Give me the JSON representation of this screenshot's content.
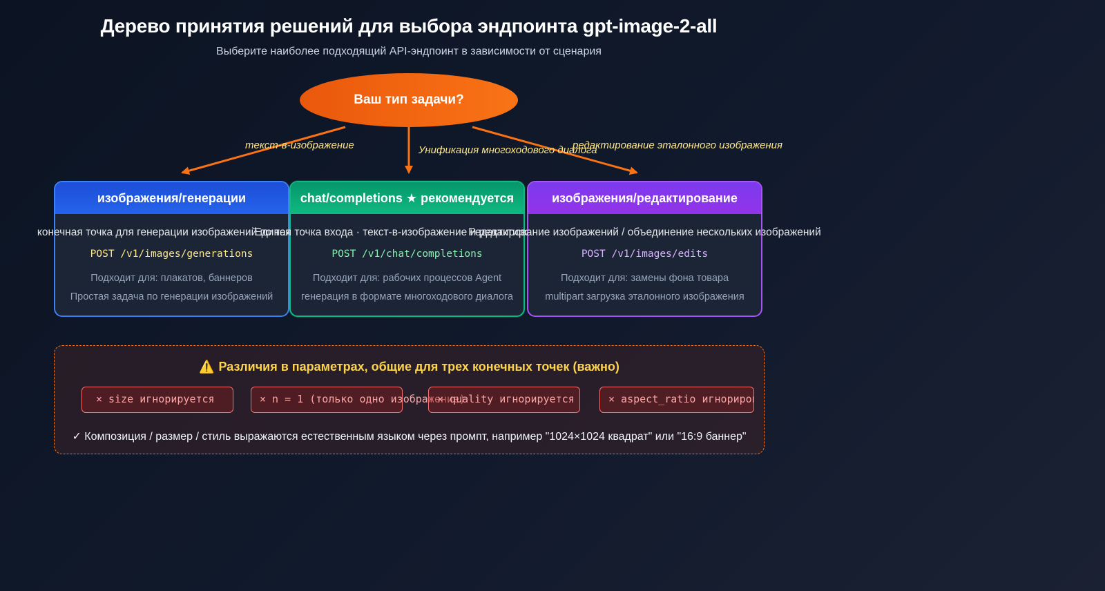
{
  "title": "Дерево принятия решений для выбора эндпоинта gpt-image-2-all",
  "subtitle": "Выберите наиболее подходящий API-эндпоинт в зависимости от сценария",
  "root": {
    "label": "Ваш тип задачи?"
  },
  "edges": [
    {
      "label": "текст-в-изображение"
    },
    {
      "label": "Унификация многоходового диалога"
    },
    {
      "label": "редактирование эталонного изображения"
    }
  ],
  "cards": [
    {
      "title": "изображения/генерации",
      "desc": "конечная точка для генерации изображений по тексту",
      "endpoint": "POST /v1/images/generations",
      "fit": "Подходит для: плакатов, баннеров",
      "note": "Простая задача по генерации изображений"
    },
    {
      "title": "chat/completions ★ рекомендуется",
      "desc": "Единая точка входа · текст-в-изображение и редактирование",
      "endpoint": "POST /v1/chat/completions",
      "fit": "Подходит для: рабочих процессов Agent",
      "note": "генерация в формате многоходового диалога"
    },
    {
      "title": "изображения/редактирование",
      "desc": "Редактирование изображений / объединение нескольких изображений",
      "endpoint": "POST /v1/images/edits",
      "fit": "Подходит для: замены фона товара",
      "note": "multipart загрузка эталонного изображения"
    }
  ],
  "params": {
    "title": "Различия в параметрах, общие для трех конечных точек (важно)",
    "warning_icon": "⚠️",
    "pills": [
      "× size игнорируется",
      "× n = 1 (только одно изображение)",
      "× quality игнорируется",
      "× aspect_ratio игнорировать"
    ],
    "footnote": "✓ Композиция / размер / стиль выражаются естественным языком через промпт, например \"1024×1024 квадрат\" или \"16:9 баннер\""
  },
  "colors": {
    "accent_orange": "#f97316",
    "blue": "#3b82f6",
    "green": "#10b981",
    "purple": "#a855f7",
    "edge_label": "#fde68a"
  }
}
